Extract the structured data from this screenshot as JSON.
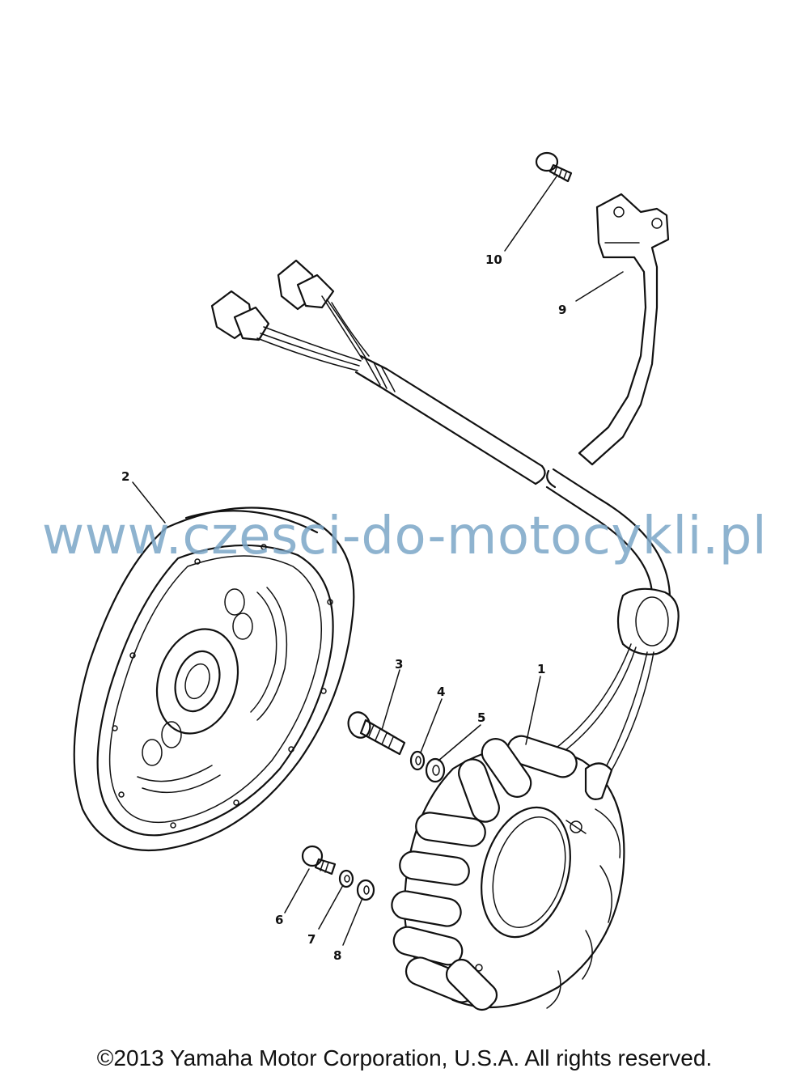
{
  "callouts": [
    {
      "id": "1",
      "text": "1"
    },
    {
      "id": "2",
      "text": "2"
    },
    {
      "id": "3",
      "text": "3"
    },
    {
      "id": "4",
      "text": "4"
    },
    {
      "id": "5",
      "text": "5"
    },
    {
      "id": "6",
      "text": "6"
    },
    {
      "id": "7",
      "text": "7"
    },
    {
      "id": "8",
      "text": "8"
    },
    {
      "id": "9",
      "text": "9"
    },
    {
      "id": "10",
      "text": "10"
    }
  ],
  "watermark": "www.czesci-do-motocykli.pl",
  "copyright": "©2013 Yamaha Motor Corporation, U.S.A. All rights reserved."
}
